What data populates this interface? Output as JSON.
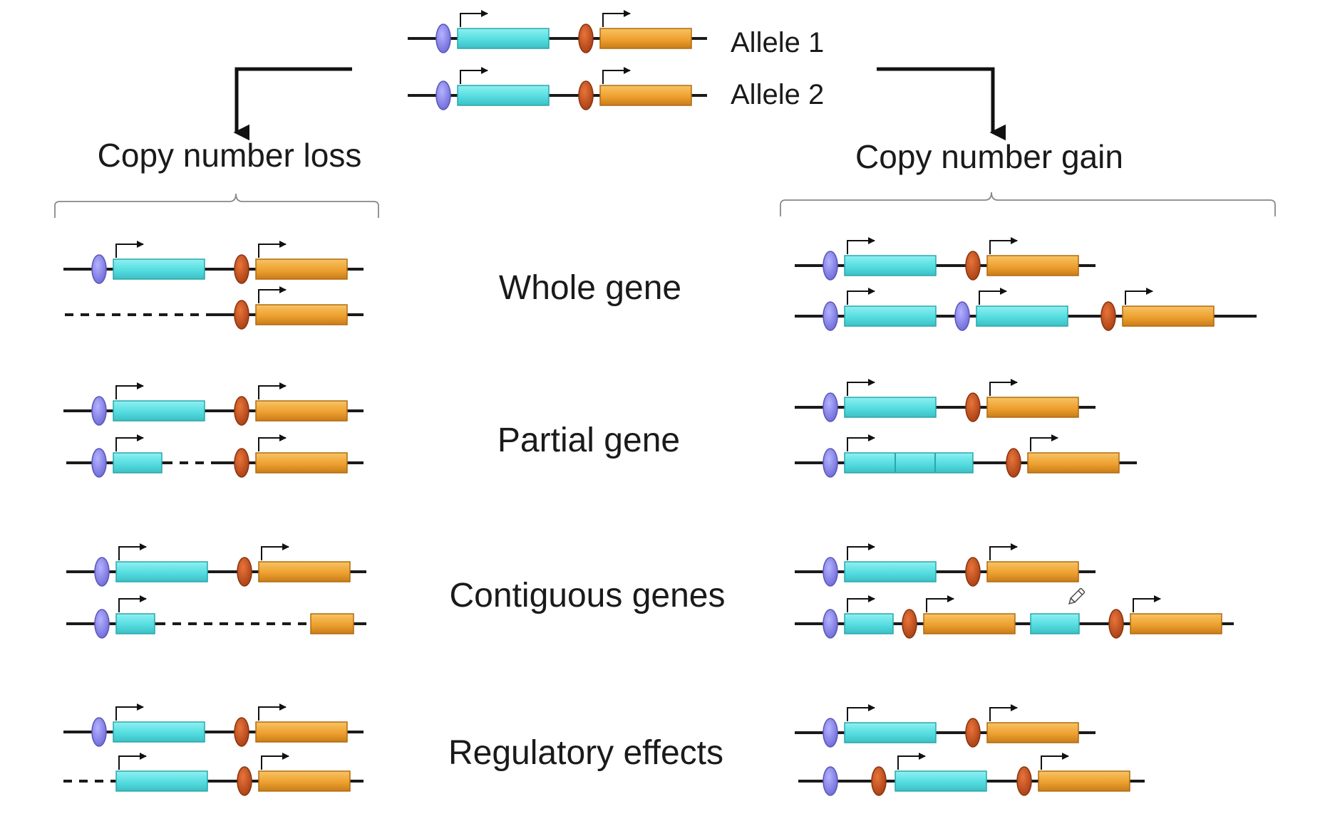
{
  "alleles": [
    "Allele 1",
    "Allele 2"
  ],
  "headings": {
    "loss": "Copy number loss",
    "gain": "Copy number gain"
  },
  "rows": [
    "Whole gene",
    "Partial gene",
    "Contiguous genes",
    "Regulatory effects"
  ],
  "colors": {
    "gene_a": "#5fe0e3",
    "gene_b": "#f0a030",
    "regulator_a": "#8c89e6",
    "regulator_b": "#c5501f",
    "dna_line": "#1a1a1a",
    "arrow": "#111111",
    "bracket": "#888888"
  },
  "icons": [
    "transcription-start-arrow",
    "pencil-cursor-icon"
  ]
}
